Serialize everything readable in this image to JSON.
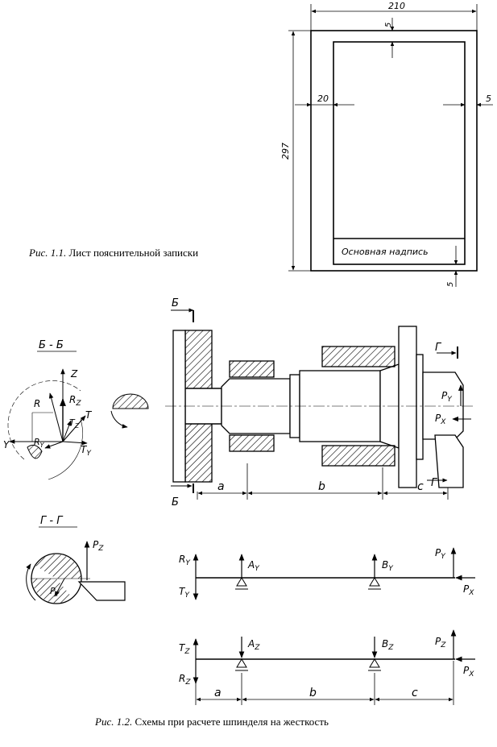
{
  "fig1": {
    "caption_label": "Рис. 1.1.",
    "caption_text": "Лист пояснительной записки",
    "dim_width": "210",
    "dim_height": "297",
    "dim_left_margin": "20",
    "dim_right_margin": "5",
    "dim_top_margin": "5",
    "dim_bottom_margin": "5",
    "stamp_text": "Основная надпись"
  },
  "fig2": {
    "caption_label": "Рис. 1.2.",
    "caption_text": "Схемы при расчете шпинделя на жесткость",
    "section_bb": "Б - Б",
    "section_gg": "Г - Г",
    "mark_b": "Б",
    "mark_g": "Г",
    "dim_a": "a",
    "dim_b": "b",
    "dim_c": "c",
    "force_PY": "P",
    "force_PX": "P",
    "forces": {
      "Z": "Z",
      "Y": "Y",
      "R": "R",
      "RZ": "R",
      "RY": "R",
      "T": "T",
      "TZ": "T",
      "TY": "T",
      "PZ": "P",
      "PY": "P",
      "AY": "A",
      "BY": "B",
      "AZ": "A",
      "BZ": "B",
      "PX": "P"
    },
    "subs": {
      "Y": "Y",
      "Z": "Z",
      "X": "X"
    }
  }
}
